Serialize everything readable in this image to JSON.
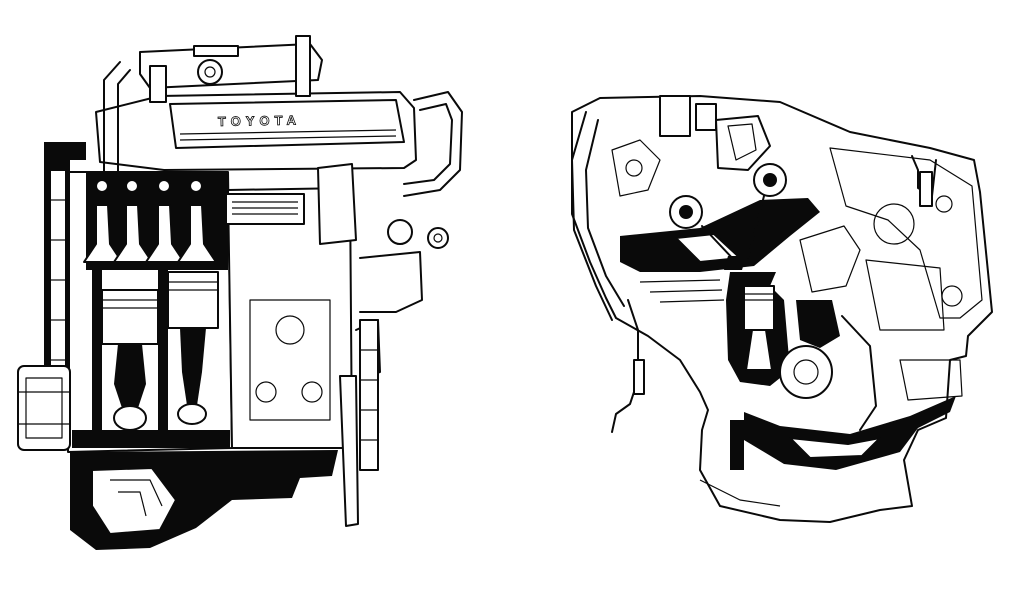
{
  "figure": {
    "background": "#ffffff",
    "ink": "#0a0a0a",
    "views": [
      {
        "id": "side-section"
      },
      {
        "id": "end-section"
      }
    ],
    "labels": {
      "valve_cover_brand": "TOYOTA"
    }
  }
}
